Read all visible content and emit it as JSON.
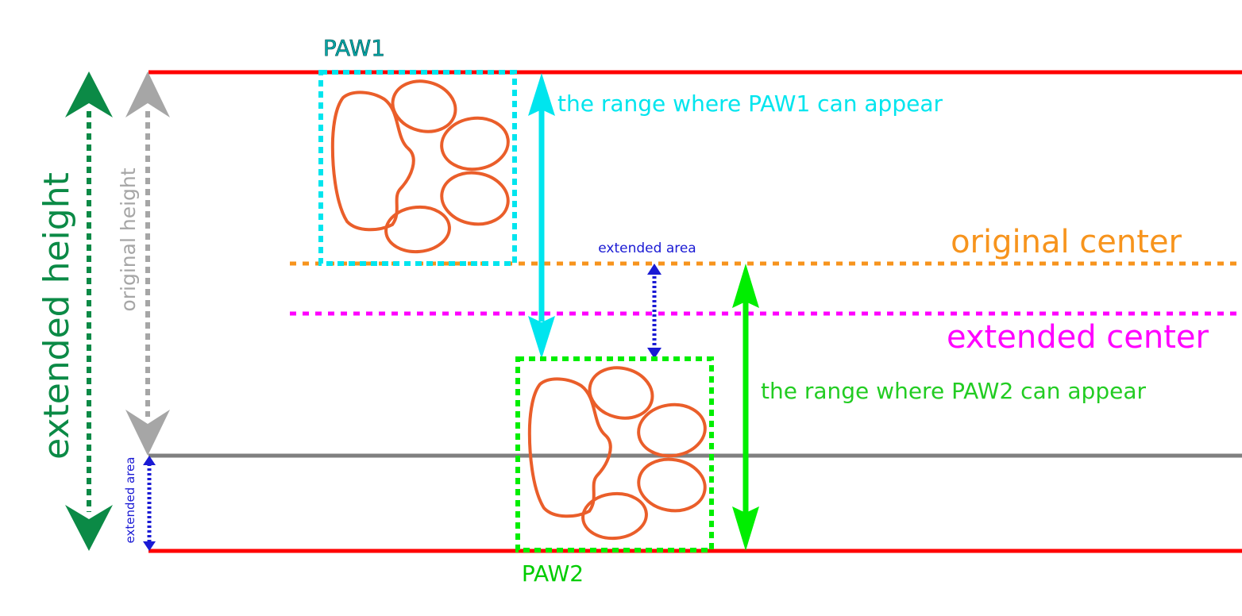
{
  "labels": {
    "paw1": "PAW1",
    "paw2": "PAW2",
    "range_paw1": "the range where PAW1 can appear",
    "range_paw2": "the range where PAW2 can appear",
    "original_center": "original center",
    "extended_center": "extended center",
    "extended_area_middle": "extended area",
    "extended_area_left": "extended area",
    "extended_height": "extended height",
    "original_height": "original height"
  },
  "colors": {
    "boundary_red": "#ff0000",
    "original_bottom_gray": "#808080",
    "original_center_orange": "#f7941d",
    "extended_center_magenta": "#ff00ff",
    "paw1_cyan": "#00e5ee",
    "paw2_green": "#00ee00",
    "paw_outline": "#ea5e2a",
    "extended_height_green": "#0b8a46",
    "original_height_gray": "#a6a6a6",
    "extended_area_blue": "#1a1ad4",
    "paw1_label": "#00a6a6",
    "paw2_label": "#00cc00"
  },
  "icons": {
    "paw": "paw-print-icon"
  }
}
